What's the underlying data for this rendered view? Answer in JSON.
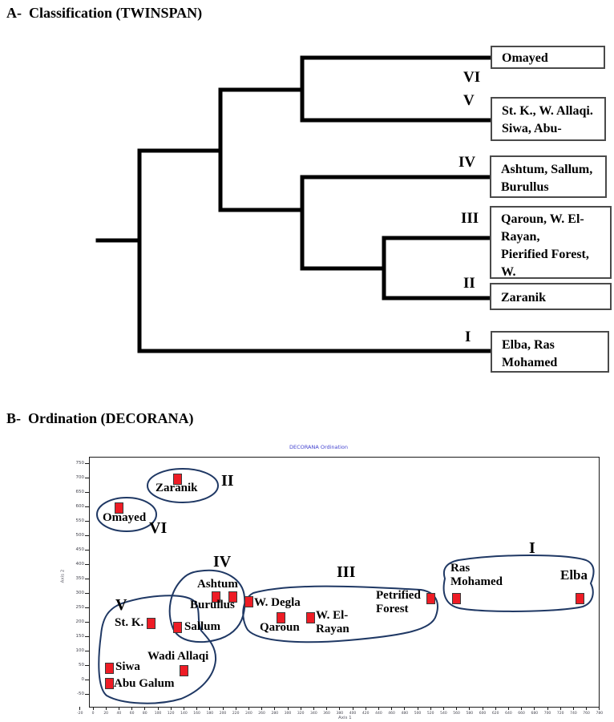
{
  "panel_a": {
    "title": "A-  Classification (TWINSPAN)",
    "clusters": [
      {
        "numeral": "VI",
        "label": "Omayed"
      },
      {
        "numeral": "V",
        "label": "St. K., W. Allaqi.\nSiwa, Abu-"
      },
      {
        "numeral": "IV",
        "label": "Ashtum, Sallum,\nBurullus"
      },
      {
        "numeral": "III",
        "label": "Qaroun, W. El-\nRayan,\nPierified Forest, W.\nDegla"
      },
      {
        "numeral": "II",
        "label": "Zaranik"
      },
      {
        "numeral": "I",
        "label": "Elba, Ras\nMohamed"
      }
    ]
  },
  "panel_b": {
    "title": "B-  Ordination (DECORANA)",
    "cluster_labels": {
      "I": "I",
      "II": "II",
      "III": "III",
      "IV": "IV",
      "V": "V",
      "VI": "VI"
    },
    "sites": {
      "omayed": "Omayed",
      "zaranik": "Zaranik",
      "st_k": "St. K.",
      "siwa": "Siwa",
      "abu_galum": "Abu Galum",
      "wadi_allaqi": "Wadi Allaqi",
      "sallum": "Sallum",
      "ashtum": "Ashtum",
      "burullus": "Burullus",
      "w_degla": "W. Degla",
      "qaroun": "Qaroun",
      "w_el_rayan": "W. El-\nRayan",
      "petrified_forest": "Petrified\nForest",
      "ras_mohamed": "Ras\nMohamed",
      "elba": "Elba"
    }
  },
  "chart_data": {
    "type": "scatter",
    "title": "DECORANA Ordination",
    "xlabel": "Axis 1",
    "ylabel": "Axis 2",
    "xlim": [
      -30,
      790
    ],
    "ylim": [
      -90,
      770
    ],
    "grid": false,
    "x_ticks": [
      -20,
      0,
      20,
      40,
      60,
      80,
      100,
      120,
      140,
      160,
      180,
      200,
      220,
      240,
      260,
      280,
      300,
      320,
      340,
      360,
      380,
      400,
      420,
      440,
      460,
      480,
      500,
      520,
      540,
      560,
      580,
      600,
      620,
      640,
      660,
      680,
      700,
      720,
      740,
      760,
      780
    ],
    "y_ticks": [
      750,
      700,
      650,
      600,
      550,
      500,
      450,
      400,
      350,
      300,
      250,
      200,
      150,
      100,
      50,
      0,
      -50
    ],
    "point_color": "#ee1c25",
    "cluster_outline_color": "#1f3864",
    "points": [
      {
        "site": "Omayed",
        "group": "VI",
        "x": 40,
        "y": 595
      },
      {
        "site": "Zaranik",
        "group": "II",
        "x": 130,
        "y": 695
      },
      {
        "site": "St. K.",
        "group": "V",
        "x": 90,
        "y": 195
      },
      {
        "site": "Siwa",
        "group": "V",
        "x": 25,
        "y": 40
      },
      {
        "site": "Abu Galum",
        "group": "V",
        "x": 25,
        "y": -15
      },
      {
        "site": "Wadi Allaqi",
        "group": "V",
        "x": 140,
        "y": 30
      },
      {
        "site": "Sallum",
        "group": "IV",
        "x": 130,
        "y": 180
      },
      {
        "site": "Ashtum",
        "group": "IV",
        "x": 190,
        "y": 285
      },
      {
        "site": "Burullus",
        "group": "IV",
        "x": 215,
        "y": 285
      },
      {
        "site": "W. Degla",
        "group": "III",
        "x": 240,
        "y": 270
      },
      {
        "site": "Qaroun",
        "group": "III",
        "x": 290,
        "y": 215
      },
      {
        "site": "W. El-Rayan",
        "group": "III",
        "x": 335,
        "y": 215
      },
      {
        "site": "Petrified Forest",
        "group": "III",
        "x": 520,
        "y": 280
      },
      {
        "site": "Ras Mohamed",
        "group": "I",
        "x": 560,
        "y": 280
      },
      {
        "site": "Elba",
        "group": "I",
        "x": 750,
        "y": 280
      }
    ]
  }
}
